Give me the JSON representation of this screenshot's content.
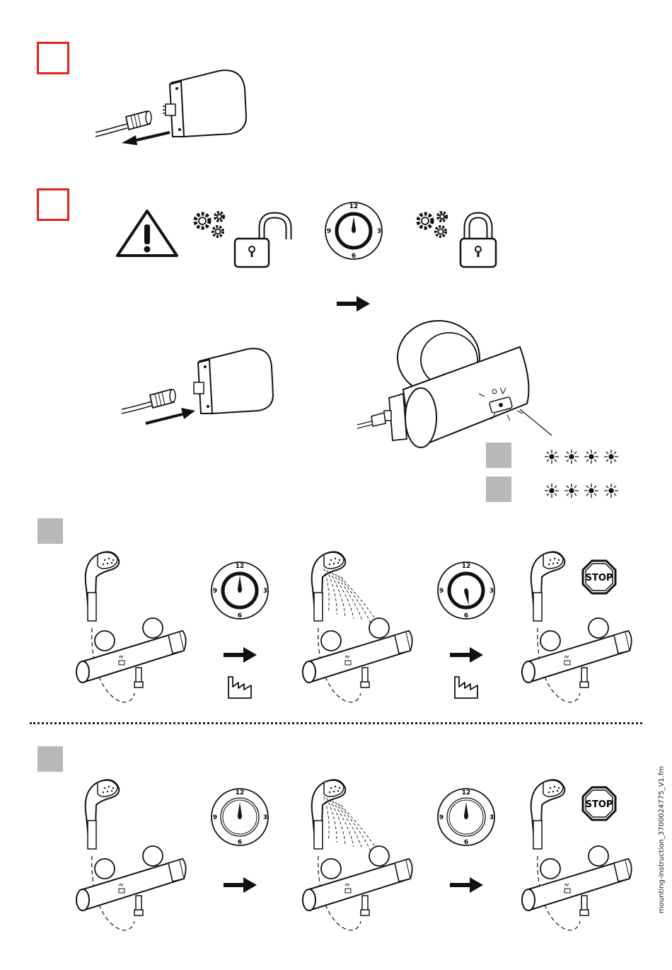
{
  "document": {
    "side_label": "mounting-instruction_3700024775_V1.fm",
    "dial": {
      "top": "12",
      "right": "3",
      "bottom": "6",
      "left": "9"
    },
    "stop_sign": "STOP"
  },
  "colors": {
    "step_box_red": "#e2211c",
    "step_box_grey": "#b8b8b8",
    "ink": "#111111"
  },
  "icons": [
    "warning-icon",
    "gears-icon",
    "padlock-open-icon",
    "padlock-closed-icon",
    "dial-icon",
    "arrow-right-icon",
    "factory-icon",
    "stop-sign-icon",
    "led-blink-icon",
    "shower-head-icon",
    "thermostat-mixer-icon",
    "battery-pack-icon",
    "cable-plug-icon"
  ]
}
